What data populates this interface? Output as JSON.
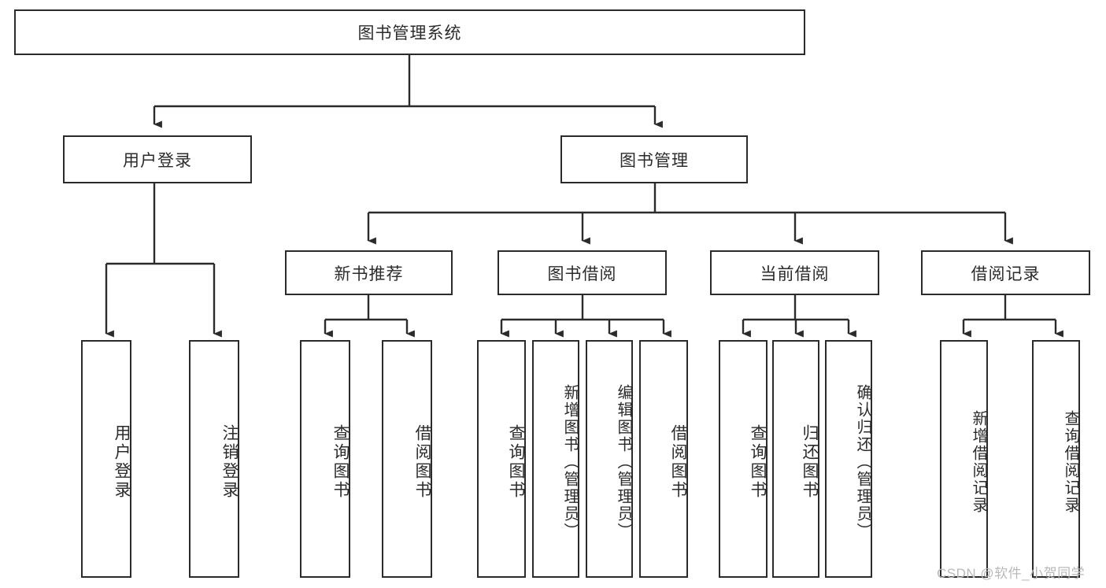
{
  "diagram": {
    "title": "图书管理系统",
    "type": "tree",
    "orientation": "top-down",
    "colors": {
      "box_border": "#2b2b2b",
      "box_fill": "#ffffff",
      "connector": "#2b2b2b",
      "watermark": "#b9b9b9",
      "background": "#ffffff"
    },
    "root": {
      "id": "root",
      "label": "图书管理系统"
    },
    "level2": [
      {
        "id": "user-login",
        "label": "用户登录"
      },
      {
        "id": "book-manage",
        "label": "图书管理"
      }
    ],
    "level3": [
      {
        "id": "new-book-recommend",
        "label": "新书推荐",
        "parent": "book-manage"
      },
      {
        "id": "book-borrow",
        "label": "图书借阅",
        "parent": "book-manage"
      },
      {
        "id": "current-borrow",
        "label": "当前借阅",
        "parent": "book-manage"
      },
      {
        "id": "borrow-record",
        "label": "借阅记录",
        "parent": "book-manage"
      }
    ],
    "leaves": [
      {
        "id": "leaf-user-login",
        "label": "用户登录",
        "parent": "user-login"
      },
      {
        "id": "leaf-logout-login",
        "label": "注销登录",
        "parent": "user-login"
      },
      {
        "id": "leaf-query-book-1",
        "label": "查询图书",
        "parent": "new-book-recommend"
      },
      {
        "id": "leaf-borrow-book-1",
        "label": "借阅图书",
        "parent": "new-book-recommend"
      },
      {
        "id": "leaf-query-book-2",
        "label": "查询图书",
        "parent": "book-borrow"
      },
      {
        "id": "leaf-add-book",
        "label": "新增图书（管理员）",
        "parent": "book-borrow"
      },
      {
        "id": "leaf-edit-book",
        "label": "编辑图书（管理员）",
        "parent": "book-borrow"
      },
      {
        "id": "leaf-borrow-book-2",
        "label": "借阅图书",
        "parent": "book-borrow"
      },
      {
        "id": "leaf-query-book-3",
        "label": "查询图书",
        "parent": "current-borrow"
      },
      {
        "id": "leaf-return-book",
        "label": "归还图书",
        "parent": "current-borrow"
      },
      {
        "id": "leaf-confirm-return",
        "label": "确认归还（管理员）",
        "parent": "current-borrow"
      },
      {
        "id": "leaf-add-record",
        "label": "新增借阅记录",
        "parent": "borrow-record"
      },
      {
        "id": "leaf-query-record",
        "label": "查询借阅记录",
        "parent": "borrow-record"
      }
    ],
    "watermark": "CSDN @软件_小贺同学"
  }
}
